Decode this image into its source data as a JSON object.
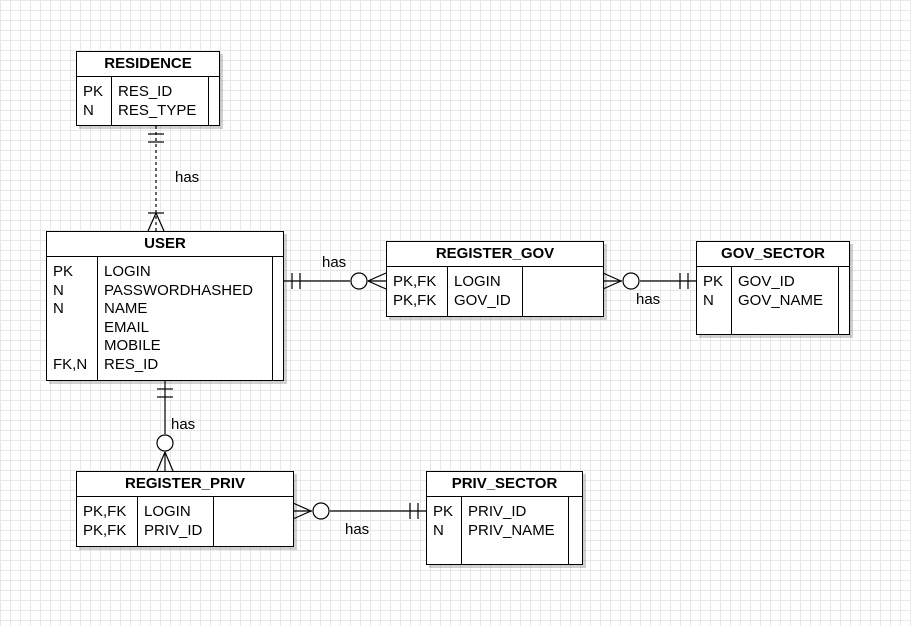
{
  "entities": {
    "residence": {
      "title": "RESIDENCE",
      "rows": [
        {
          "key": "PK",
          "field": "RES_ID"
        },
        {
          "key": "N",
          "field": "RES_TYPE"
        }
      ]
    },
    "user": {
      "title": "USER",
      "rows": [
        {
          "key": "PK",
          "field": "LOGIN"
        },
        {
          "key": "N",
          "field": "PASSWORDHASHED"
        },
        {
          "key": "N",
          "field": "NAME"
        },
        {
          "key": "",
          "field": "EMAIL"
        },
        {
          "key": "",
          "field": "MOBILE"
        },
        {
          "key": "FK,N",
          "field": "RES_ID"
        }
      ]
    },
    "register_gov": {
      "title": "REGISTER_GOV",
      "rows": [
        {
          "key": "PK,FK",
          "field": "LOGIN"
        },
        {
          "key": "PK,FK",
          "field": "GOV_ID"
        }
      ]
    },
    "gov_sector": {
      "title": "GOV_SECTOR",
      "rows": [
        {
          "key": "PK",
          "field": "GOV_ID"
        },
        {
          "key": "N",
          "field": "GOV_NAME"
        }
      ]
    },
    "register_priv": {
      "title": "REGISTER_PRIV",
      "rows": [
        {
          "key": "PK,FK",
          "field": "LOGIN"
        },
        {
          "key": "PK,FK",
          "field": "PRIV_ID"
        }
      ]
    },
    "priv_sector": {
      "title": "PRIV_SECTOR",
      "rows": [
        {
          "key": "PK",
          "field": "PRIV_ID"
        },
        {
          "key": "N",
          "field": "PRIV_NAME"
        }
      ]
    }
  },
  "relationships": {
    "residence_user": {
      "label": "has"
    },
    "user_register_gov": {
      "label": "has"
    },
    "register_gov_gov_sector": {
      "label": "has"
    },
    "user_register_priv": {
      "label": "has"
    },
    "register_priv_priv_sector": {
      "label": "has"
    }
  },
  "colors": {
    "line": "#000000",
    "grid": "#e8e8e8",
    "background": "#ffffff"
  }
}
